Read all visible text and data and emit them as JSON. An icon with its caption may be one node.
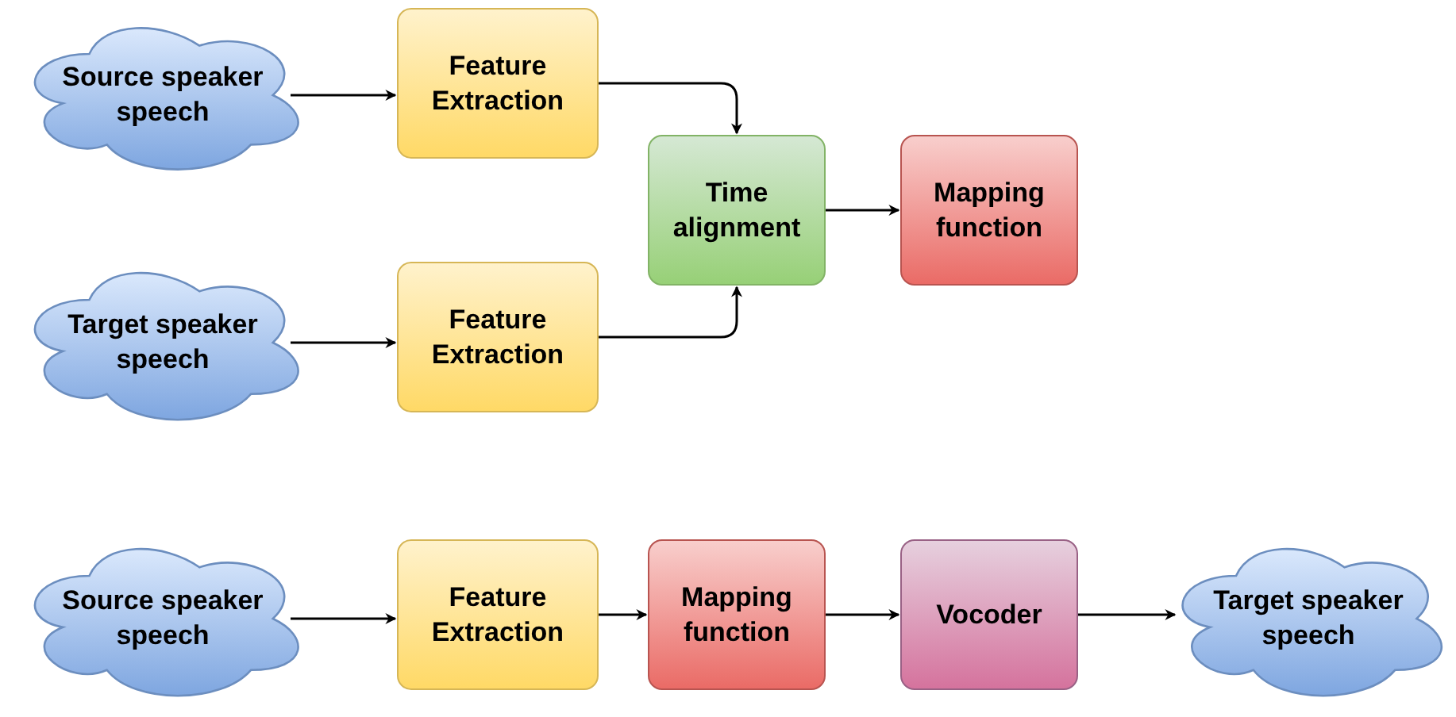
{
  "diagram": {
    "nodes": [
      {
        "text": [
          "Source speaker speech"
        ]
      },
      {
        "text": [
          "Feature Extraction"
        ]
      },
      {
        "text": [
          "Time alignment"
        ]
      },
      {
        "text": [
          "Mapping function"
        ]
      },
      {
        "text": [
          "Target speaker speech"
        ]
      },
      {
        "text": [
          "Feature Extraction"
        ]
      },
      {
        "text": [
          "Source speaker speech"
        ]
      },
      {
        "text": [
          "Feature Extraction"
        ]
      },
      {
        "text": [
          "Mapping function"
        ]
      },
      {
        "text": [
          "Vocoder"
        ]
      },
      {
        "text": [
          "Target speaker speech"
        ]
      }
    ],
    "edges": [
      {
        "from": 0,
        "to": 1,
        "arrow": "to"
      },
      {
        "from": 1,
        "to": 2,
        "arrow": "to"
      },
      {
        "from": 2,
        "to": 3,
        "arrow": "to"
      },
      {
        "from": 4,
        "to": 5,
        "arrow": "to"
      },
      {
        "from": 5,
        "to": 2,
        "arrow": "to"
      },
      {
        "from": 6,
        "to": 7,
        "arrow": "to"
      },
      {
        "from": 7,
        "to": 8,
        "arrow": "to"
      },
      {
        "from": 8,
        "to": 9,
        "arrow": "to"
      },
      {
        "from": 9,
        "to": 10,
        "arrow": "to"
      }
    ]
  }
}
